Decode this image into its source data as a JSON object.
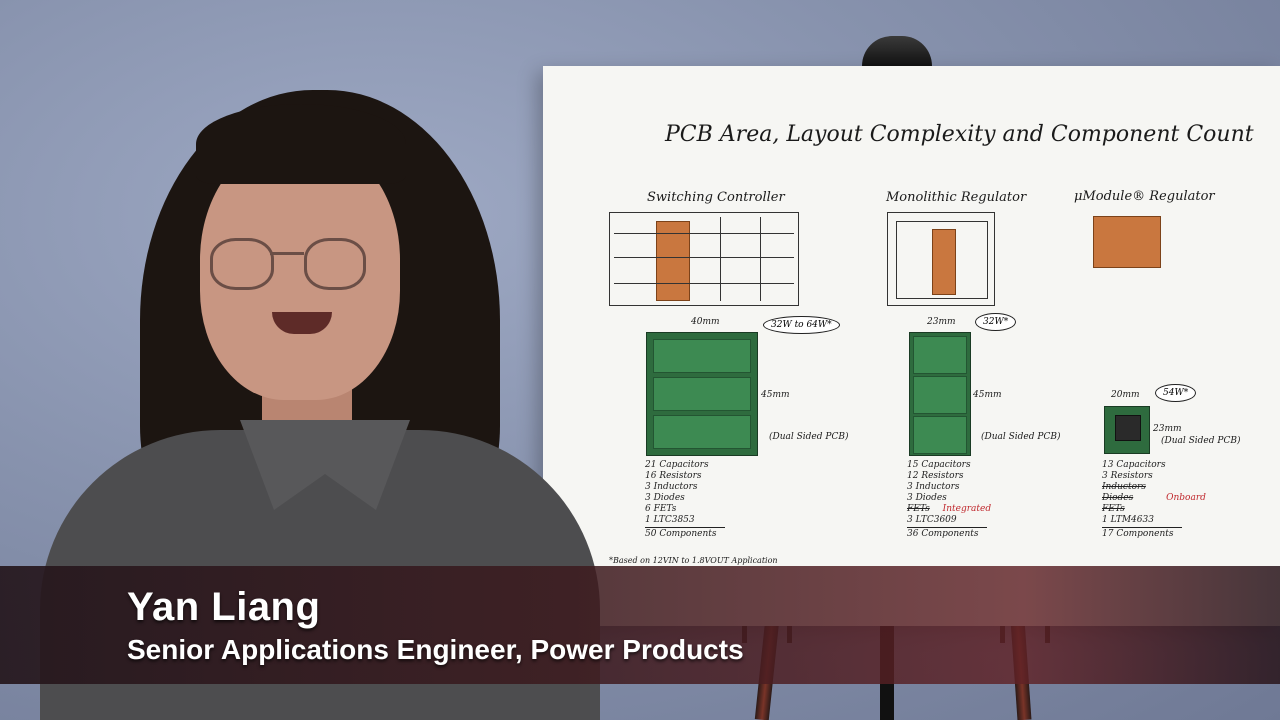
{
  "lower_third": {
    "name": "Yan Liang",
    "title": "Senior Applications Engineer, Power Products"
  },
  "board": {
    "title": "PCB Area, Layout Complexity and Component Count",
    "columns": [
      {
        "heading": "Switching Controller",
        "width_label": "40mm",
        "height_label": "45mm",
        "power_badge": "32W to 64W*",
        "pcb_note": "(Dual Sided PCB)",
        "components": [
          "21 Capacitors",
          "16 Resistors",
          "3 Inductors",
          "3 Diodes",
          "6 FETs",
          "1 LTC3853"
        ],
        "total": "50 Components"
      },
      {
        "heading": "Monolithic Regulator",
        "width_label": "23mm",
        "height_label": "45mm",
        "power_badge": "32W*",
        "pcb_note": "(Dual Sided PCB)",
        "components": [
          "15 Capacitors",
          "12 Resistors",
          "3 Inductors",
          "3 Diodes",
          "FETs",
          "3 LTC3609"
        ],
        "integrated_note": "Integrated",
        "total": "36 Components"
      },
      {
        "heading": "μModule® Regulator",
        "width_label": "20mm",
        "height_label": "23mm",
        "power_badge": "54W*",
        "pcb_note": "(Dual Sided PCB)",
        "components": [
          "13 Capacitors",
          "3 Resistors",
          "Inductors",
          "Diodes",
          "FETs",
          "1 LTM4633"
        ],
        "onboard_note": "Onboard",
        "total": "17 Components"
      }
    ],
    "footnote": "*Based on 12VIN to 1.8VOUT Application"
  },
  "colors": {
    "board": "#f6f6f3",
    "chip": "#c9773f",
    "pcb_green": "#2e6b3e",
    "accent_red": "#c0282d",
    "lower_third": "#3c1a1e"
  }
}
